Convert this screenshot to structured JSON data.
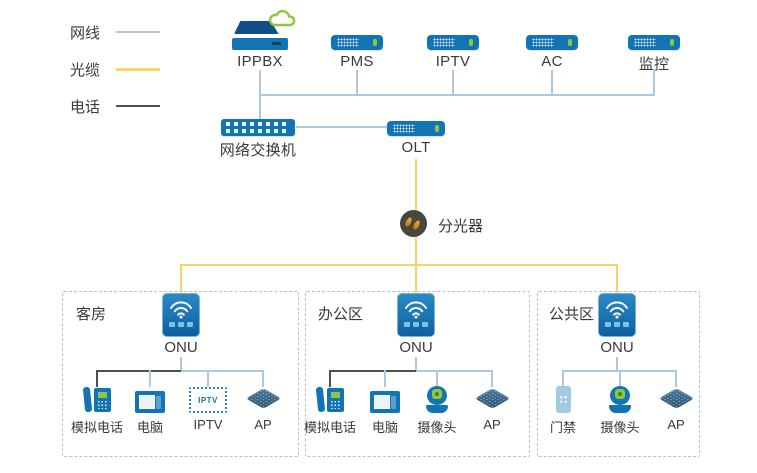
{
  "colors": {
    "lan_line": "#abc9e0",
    "fiber_line": "#f7d464",
    "phone_line": "#4f4f4f",
    "device_blue": "#1273b5",
    "accent_green": "#8dc63f"
  },
  "legend": {
    "items": [
      {
        "label": "网线",
        "type": "lan_line"
      },
      {
        "label": "光缆",
        "type": "fiber_line"
      },
      {
        "label": "电话",
        "type": "phone_line"
      }
    ]
  },
  "core_devices": {
    "ippbx": "IPPBX",
    "pms": "PMS",
    "iptv": "IPTV",
    "ac": "AC",
    "monitoring": "监控",
    "switch": "网络交换机",
    "olt": "OLT",
    "splitter": "分光器"
  },
  "zones": [
    {
      "name": "客房",
      "onu_label": "ONU",
      "devices": [
        {
          "label": "模拟电话"
        },
        {
          "label": "电脑"
        },
        {
          "label": "IPTV",
          "icon_text": "IPTV"
        },
        {
          "label": "AP"
        }
      ]
    },
    {
      "name": "办公区",
      "onu_label": "ONU",
      "devices": [
        {
          "label": "模拟电话"
        },
        {
          "label": "电脑"
        },
        {
          "label": "摄像头"
        },
        {
          "label": "AP"
        }
      ]
    },
    {
      "name": "公共区",
      "onu_label": "ONU",
      "devices": [
        {
          "label": "门禁"
        },
        {
          "label": "摄像头"
        },
        {
          "label": "AP"
        }
      ]
    }
  ]
}
